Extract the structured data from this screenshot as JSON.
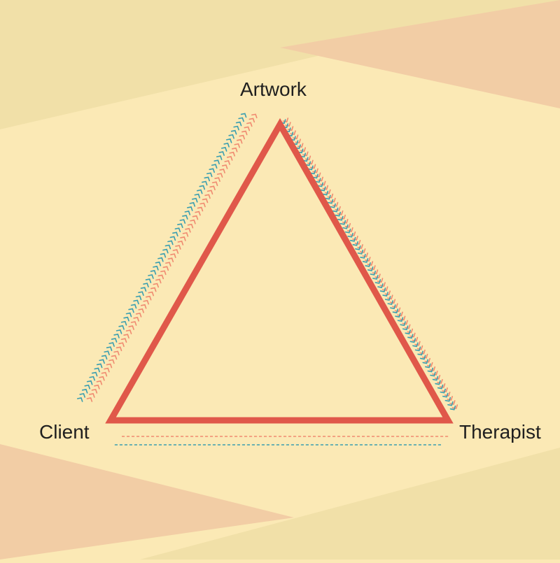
{
  "diagram": {
    "nodes": [
      {
        "id": "top",
        "label": "Artwork"
      },
      {
        "id": "left",
        "label": "Client"
      },
      {
        "id": "right",
        "label": "Therapist"
      }
    ],
    "edges": [
      {
        "from": "left",
        "to": "top"
      },
      {
        "from": "top",
        "to": "right"
      },
      {
        "from": "left",
        "to": "right"
      }
    ]
  },
  "colors": {
    "background": "#fbe9b5",
    "band_yellow": "#f1e0a8",
    "band_peach": "#f2cda5",
    "triangle": "#e0584a",
    "chevron_salmon": "#f08a70",
    "chevron_teal": "#3a9eb0",
    "text": "#1f1f1f"
  }
}
